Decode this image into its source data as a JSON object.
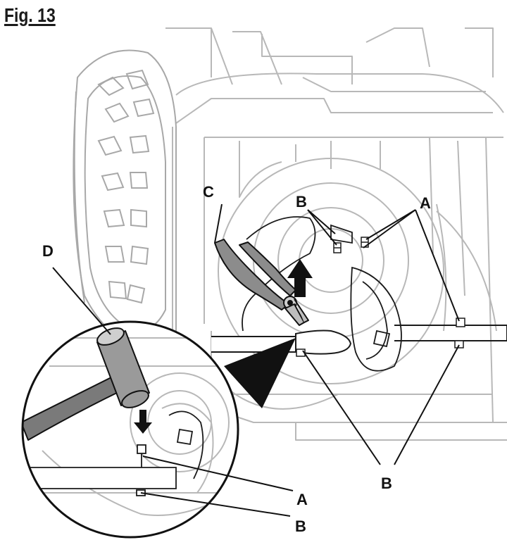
{
  "figure": {
    "title": "Fig. 13"
  },
  "callouts": {
    "A": "A",
    "B": "B",
    "C": "C",
    "D": "D"
  }
}
